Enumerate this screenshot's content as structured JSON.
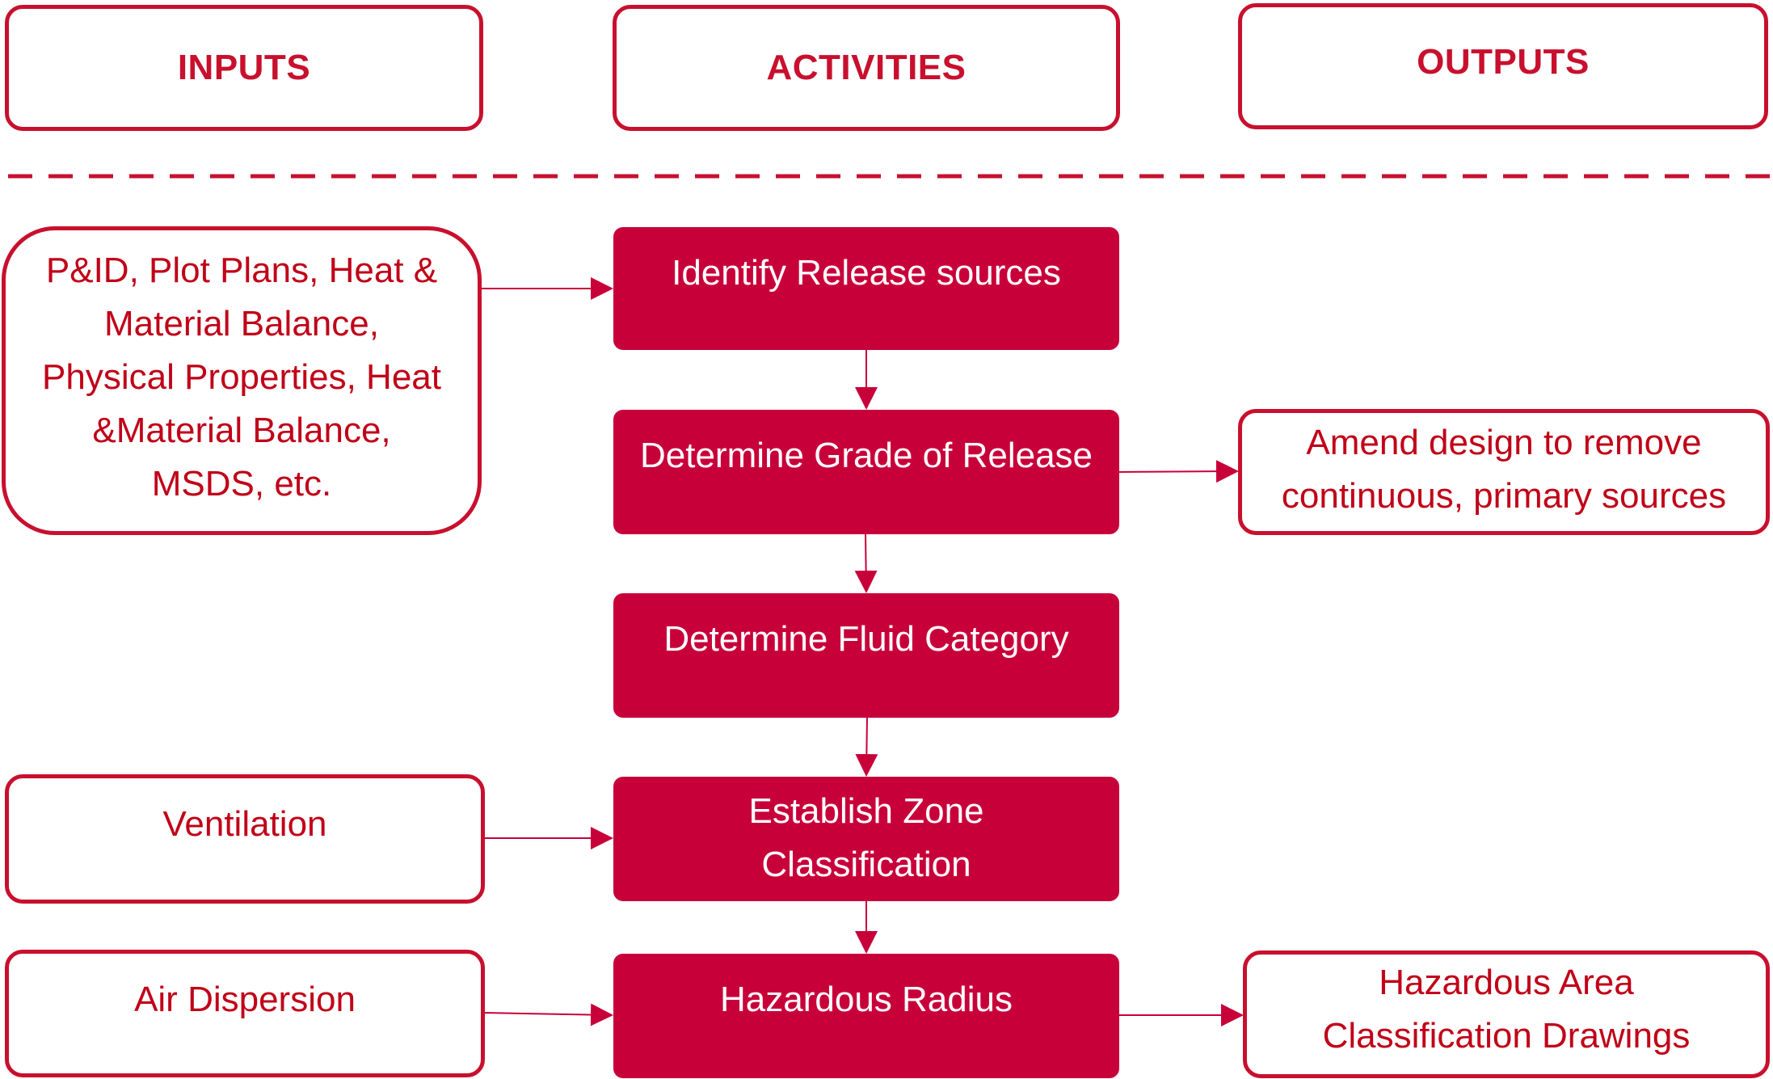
{
  "headers": {
    "inputs": "INPUTS",
    "activities": "ACTIVITIES",
    "outputs": "OUTPUTS"
  },
  "inputs": {
    "documents": "P&ID, Plot Plans, Heat &\nMaterial Balance,\nPhysical Properties, Heat\n&Material Balance,\nMSDS, etc.",
    "ventilation": "Ventilation",
    "air_dispersion": "Air Dispersion"
  },
  "activities": {
    "identify": "Identify Release sources",
    "grade": "Determine Grade of Release",
    "fluid": "Determine Fluid Category",
    "zone": "Establish Zone\nClassification",
    "radius": "Hazardous Radius"
  },
  "outputs": {
    "amend": "Amend design to remove\ncontinuous, primary sources",
    "drawings": "Hazardous Area\nClassification Drawings"
  },
  "colors": {
    "accent": "#c8102e",
    "activity_fill": "#c8003a",
    "text_red": "#c00018"
  }
}
